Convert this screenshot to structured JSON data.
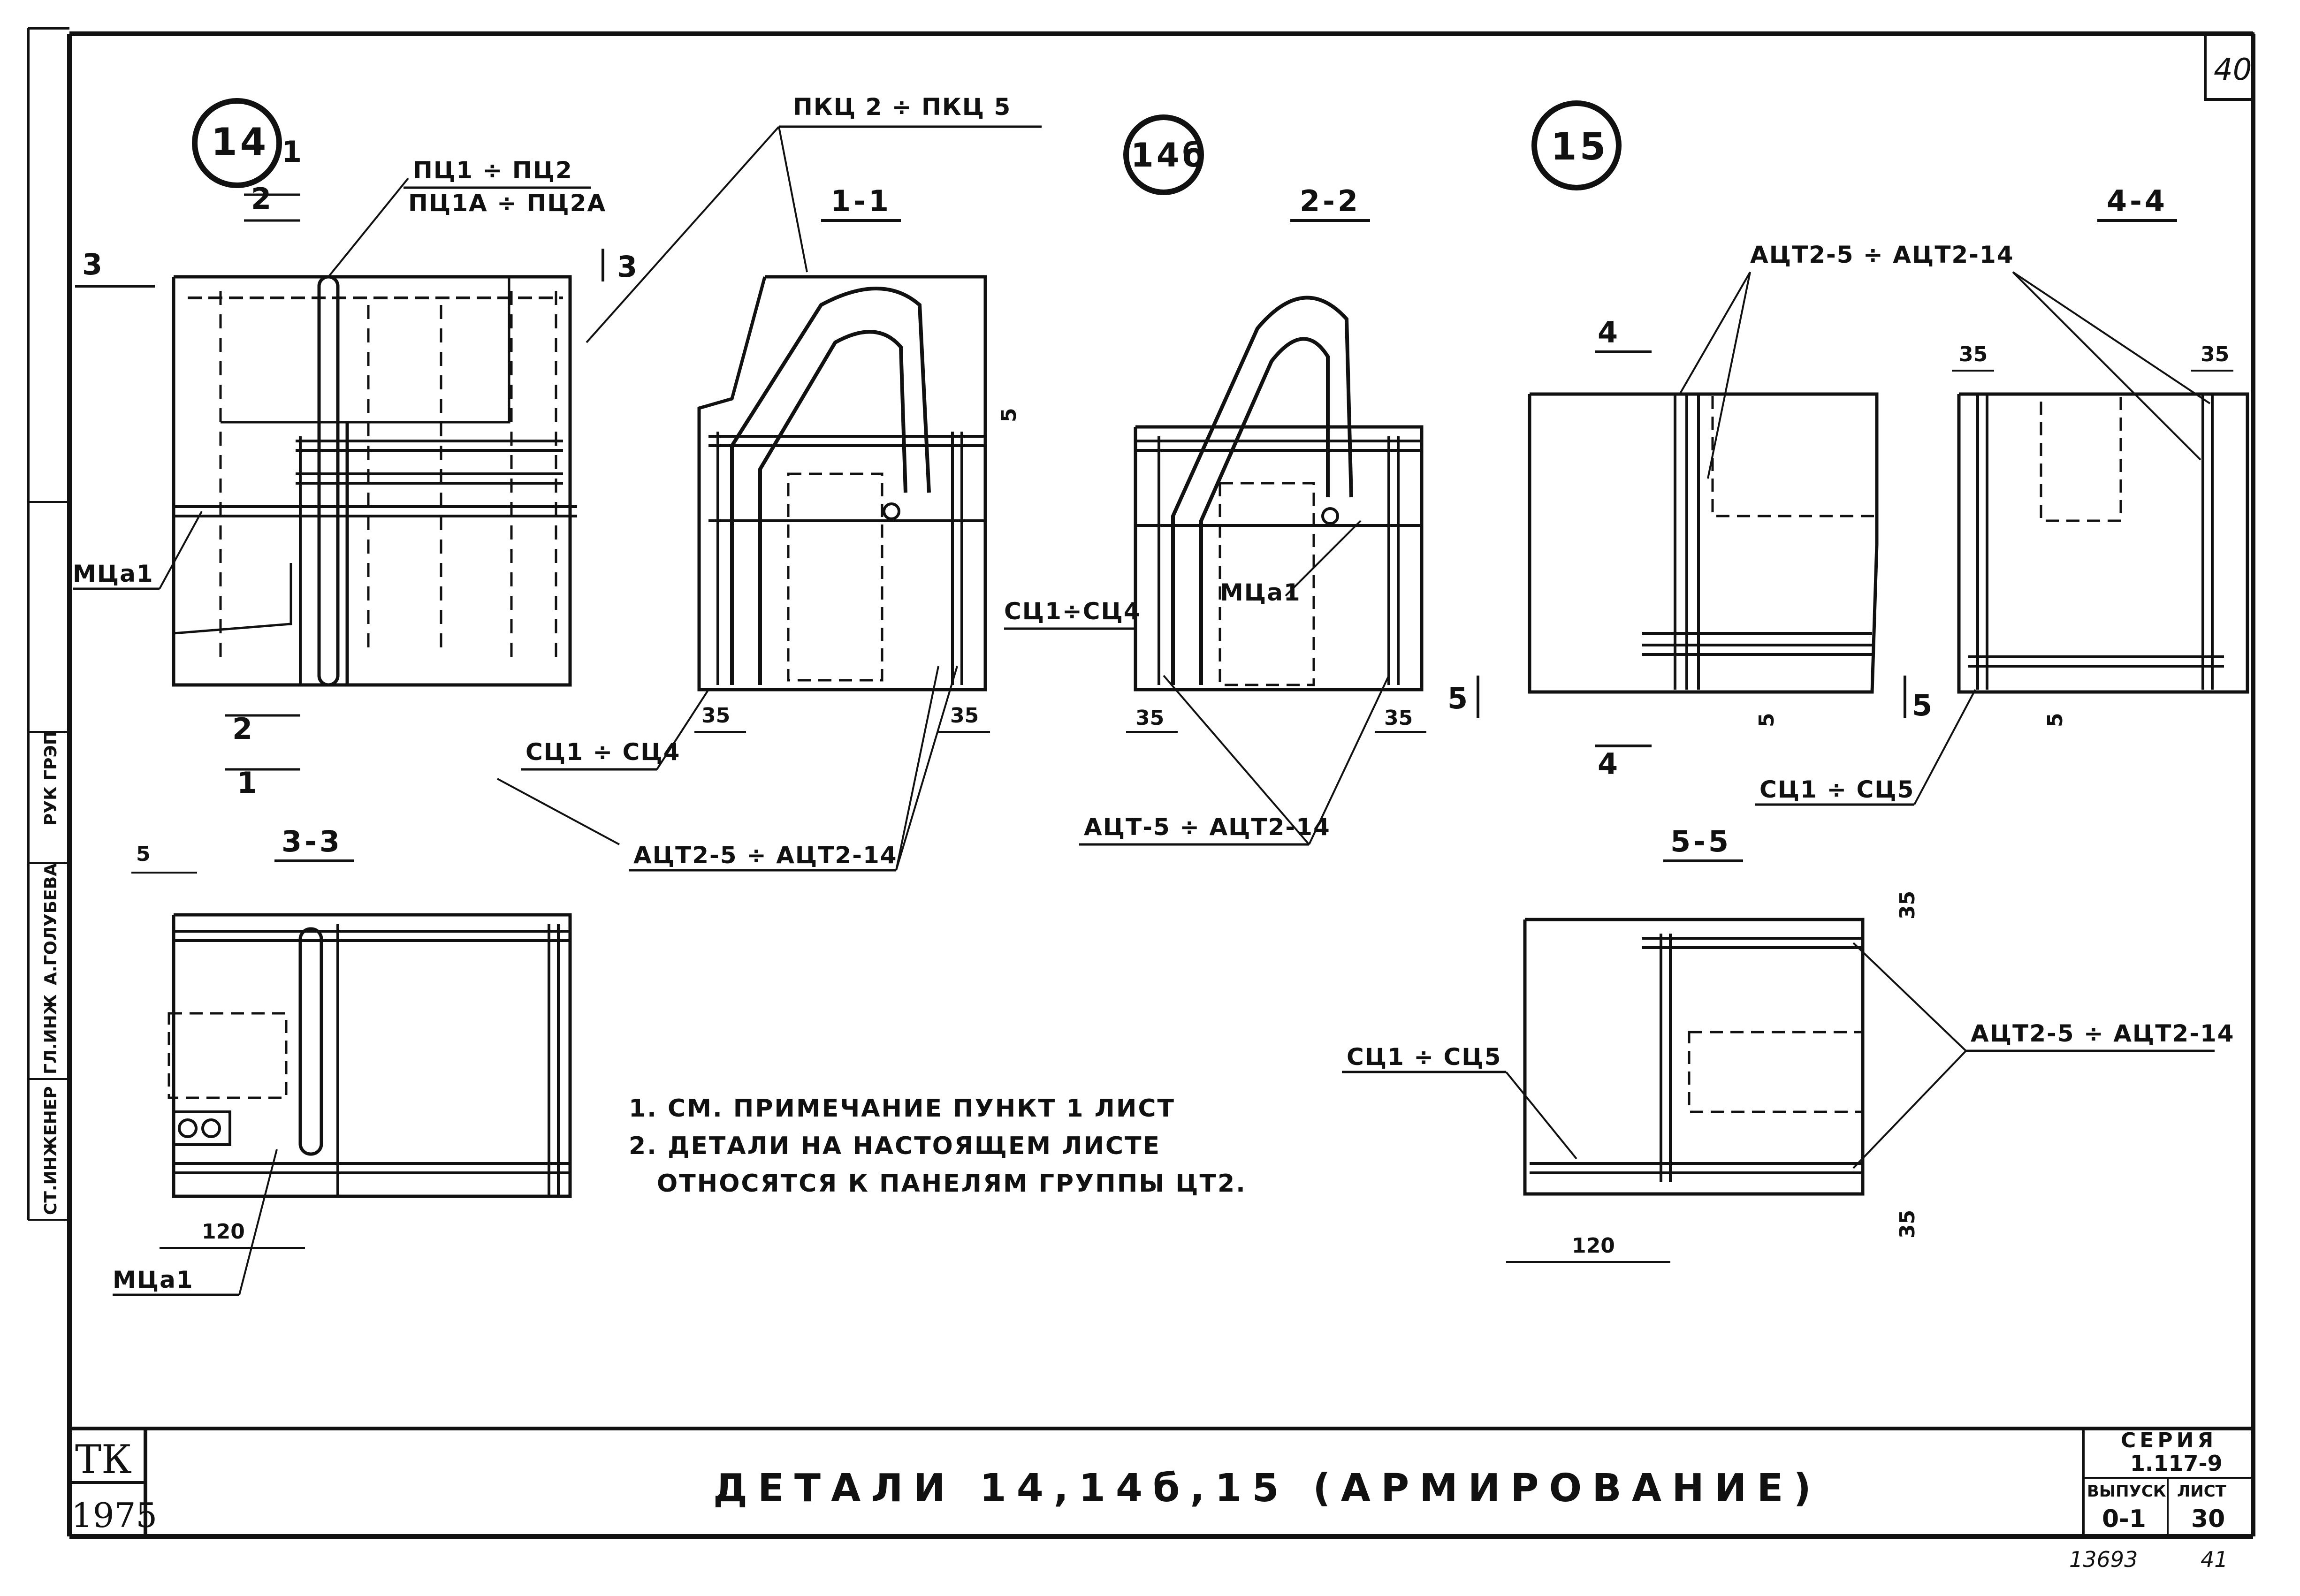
{
  "sheet": {
    "page_number": "40",
    "inventory": {
      "number": "13693",
      "page": "41"
    }
  },
  "details": {
    "d14": "14",
    "d14b": "14б",
    "d15": "15"
  },
  "sections": {
    "s11": "1-1",
    "s22": "2-2",
    "s33": "3-3",
    "s44": "4-4",
    "s55": "5-5"
  },
  "cut_marks": {
    "m1": "1",
    "m2": "2",
    "m3": "3",
    "m4": "4",
    "m5": "5"
  },
  "labels": {
    "pc_top": "ПЦ1 ÷ ПЦ2",
    "pc_bottom": "ПЦ1А ÷ ПЦ2А",
    "pkc": "ПКЦ 2 ÷ ПКЦ 5",
    "mca1": "МЦа1",
    "sc14": "СЦ1÷СЦ4",
    "sc14b": "СЦ1 ÷ СЦ4",
    "sc15": "СЦ1 ÷ СЦ5",
    "act_a": "АЦТ2-5 ÷ АЦТ2-14",
    "act_b": "АЦТ-5 ÷ АЦТ2-14"
  },
  "dimensions": {
    "d35": "35",
    "d120": "120",
    "d5": "5"
  },
  "notes": [
    "1. СМ. ПРИМЕЧАНИЕ ПУНКТ 1 ЛИСТ",
    "2. ДЕТАЛИ НА НАСТОЯЩЕМ ЛИСТЕ",
    "ОТНОСЯТСЯ К ПАНЕЛЯМ ГРУППЫ ЦТ2."
  ],
  "title_block": {
    "org": "ТК",
    "year": "1975",
    "title": "ДЕТАЛИ 14,14б,15 (АРМИРОВАНИЕ)",
    "series_label": "СЕРИЯ",
    "series_value": "1.117-9",
    "issue_label": "ВЫПУСК",
    "issue_value": "0-1",
    "sheet_label": "ЛИСТ",
    "sheet_value": "30"
  },
  "side_stamp": {
    "role1": "СТ.ИНЖЕНЕР",
    "role2": "ГЛ.ИНЖ",
    "name": "А.ГОЛУБЕВА",
    "dept": "РУК ГРЭП"
  }
}
